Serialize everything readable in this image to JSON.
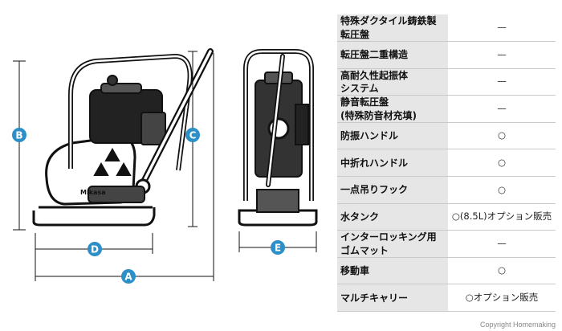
{
  "diagram": {
    "dimension_labels": [
      "A",
      "B",
      "C",
      "D",
      "E"
    ],
    "logo_text": "Mikasa",
    "accent_color": "#2d8fc7"
  },
  "spec_table": {
    "rows": [
      {
        "label": "特殊ダクタイル鋳鉄製\n転圧盤",
        "value": "—"
      },
      {
        "label": "転圧盤二重構造",
        "value": "—"
      },
      {
        "label": "高耐久性起振体\nシステム",
        "value": "—"
      },
      {
        "label": "静音転圧盤\n(特殊防音材充填)",
        "value": "—"
      },
      {
        "label": "防振ハンドル",
        "value": "○"
      },
      {
        "label": "中折れハンドル",
        "value": "○"
      },
      {
        "label": "一点吊りフック",
        "value": "○"
      },
      {
        "label": "水タンク",
        "value": "○(8.5L)オプション販売"
      },
      {
        "label": "インターロッキング用\nゴムマット",
        "value": "—"
      },
      {
        "label": "移動車",
        "value": "○"
      },
      {
        "label": "マルチキャリー",
        "value": "○オプション販売"
      }
    ]
  },
  "copyright": "Copyright Homemaking"
}
